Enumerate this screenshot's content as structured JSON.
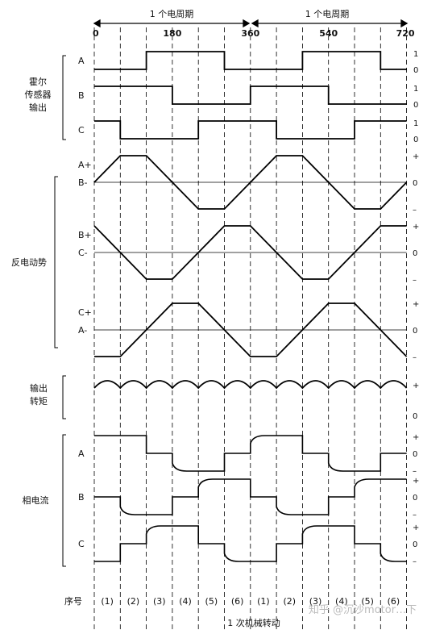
{
  "header": {
    "period_label_1": "1 个电周期",
    "period_label_2": "1 个电周期",
    "angles": [
      "0",
      "180",
      "360",
      "540",
      "720"
    ]
  },
  "groups": {
    "hall": "霍尔\n传感器\n输出",
    "bemf": "反电动势",
    "torque": "输出\n转矩",
    "current": "相电流"
  },
  "hall": {
    "rows": [
      {
        "label": "A",
        "high": "1",
        "low": "0",
        "levels": [
          0,
          0,
          1,
          1,
          1,
          0,
          0,
          0,
          1,
          1,
          1,
          0
        ]
      },
      {
        "label": "B",
        "high": "1",
        "low": "0",
        "levels": [
          1,
          1,
          1,
          0,
          0,
          0,
          1,
          1,
          1,
          0,
          0,
          0
        ]
      },
      {
        "label": "C",
        "high": "1",
        "low": "0",
        "levels": [
          1,
          0,
          0,
          0,
          1,
          1,
          1,
          0,
          0,
          0,
          1,
          1
        ]
      }
    ]
  },
  "bemf": {
    "plus": "+",
    "zero": "0",
    "minus": "–",
    "rows": [
      {
        "label_top": "A+",
        "label_bottom": "B-",
        "pts": [
          0,
          1,
          1,
          0,
          -1,
          -1,
          0,
          1,
          1,
          0,
          -1,
          -1,
          0
        ]
      },
      {
        "label_top": "B+",
        "label_bottom": "C-",
        "pts": [
          1,
          0,
          -1,
          -1,
          0,
          1,
          1,
          0,
          -1,
          -1,
          0,
          1,
          1
        ]
      },
      {
        "label_top": "C+",
        "label_bottom": "A-",
        "pts": [
          -1,
          -1,
          0,
          1,
          1,
          0,
          -1,
          -1,
          0,
          1,
          1,
          0,
          -1
        ]
      }
    ]
  },
  "torque": {
    "plus": "+",
    "zero": "0",
    "segments": 12
  },
  "current": {
    "plus": "+",
    "zero": "0",
    "minus": "–",
    "rows": [
      {
        "label": "A",
        "levels": [
          1,
          1,
          0,
          -1,
          -1,
          0,
          1,
          1,
          0,
          -1,
          -1,
          0
        ]
      },
      {
        "label": "B",
        "levels": [
          0,
          -1,
          -1,
          0,
          1,
          1,
          0,
          -1,
          -1,
          0,
          1,
          1
        ]
      },
      {
        "label": "C",
        "levels": [
          -1,
          0,
          1,
          1,
          0,
          -1,
          -1,
          0,
          1,
          1,
          0,
          -1
        ]
      }
    ]
  },
  "sequence": {
    "label": "序号",
    "items": [
      "(1)",
      "(2)",
      "(3)",
      "(4)",
      "(5)",
      "(6)",
      "(1)",
      "(2)",
      "(3)",
      "(4)",
      "(5)",
      "(6)"
    ]
  },
  "footer": {
    "mech_label": "1 次机械转动"
  },
  "watermark": "知乎 @沉沙motor…下"
}
